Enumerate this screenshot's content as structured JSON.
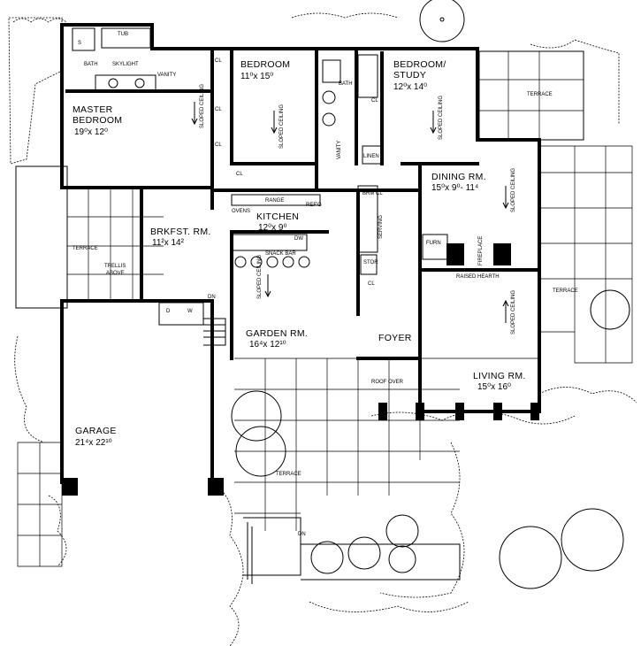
{
  "rooms": {
    "master_bedroom": {
      "name_line1": "MASTER",
      "name_line2": "BEDROOM",
      "dim": "19⁰x 12⁰"
    },
    "bedroom": {
      "name": "BEDROOM",
      "dim": "11⁰x 15⁰"
    },
    "bedroom_study": {
      "name_line1": "BEDROOM/",
      "name_line2": "STUDY",
      "dim": "12⁰x 14⁰"
    },
    "dining": {
      "name": "DINING RM.",
      "dim": "15⁰x 9⁰- 11⁴"
    },
    "kitchen": {
      "name": "KITCHEN",
      "dim": "12⁰x 9⁰"
    },
    "breakfast": {
      "name": "BRKFST. RM.",
      "dim": "11²x 14²"
    },
    "garden": {
      "name": "GARDEN RM.",
      "dim": "16⁴x 12¹⁰"
    },
    "living": {
      "name": "LIVING RM.",
      "dim": "15⁰x 16⁰"
    },
    "garage": {
      "name": "GARAGE",
      "dim": "21⁴x 22¹⁰"
    },
    "foyer": {
      "name": "FOYER"
    }
  },
  "fixtures": {
    "tub": "TUB",
    "skylight": "SKYLIGHT",
    "bath1": "BATH",
    "bath2": "BATH",
    "vanity1": "VANITY",
    "vanity2": "VANITY",
    "shower": "S",
    "linen": "LINEN",
    "ovens": "OVENS",
    "range": "RANGE",
    "refg": "REF'G",
    "dw_kitchen": "DW",
    "snack_bar": "SNACK BAR",
    "brm_cl": "BRM CL",
    "serving": "SERVING",
    "stor": "STOR",
    "furn": "FURN",
    "fireplace": "FIREPLACE",
    "raised_hearth": "RAISED HEARTH",
    "roof_over": "ROOF OVER",
    "trellis_line1": "TRELLIS",
    "trellis_line2": "ABOVE",
    "dryer": "D",
    "washer": "W",
    "cl": "CL"
  },
  "ceilings": {
    "master": "SLOPED CEILING",
    "bedroom": "SLOPED CEILING",
    "study": "SLOPED CEILING",
    "dining": "SLOPED CEILING",
    "living": "SLOPED CEILING",
    "garden": "SLOPED CEILING"
  },
  "terraces": {
    "west": "TERRACE",
    "northeast": "TERRACE",
    "east": "TERRACE",
    "south": "TERRACE"
  },
  "stairs": {
    "dn_breakfast": "DN",
    "dn_south": "DN"
  }
}
